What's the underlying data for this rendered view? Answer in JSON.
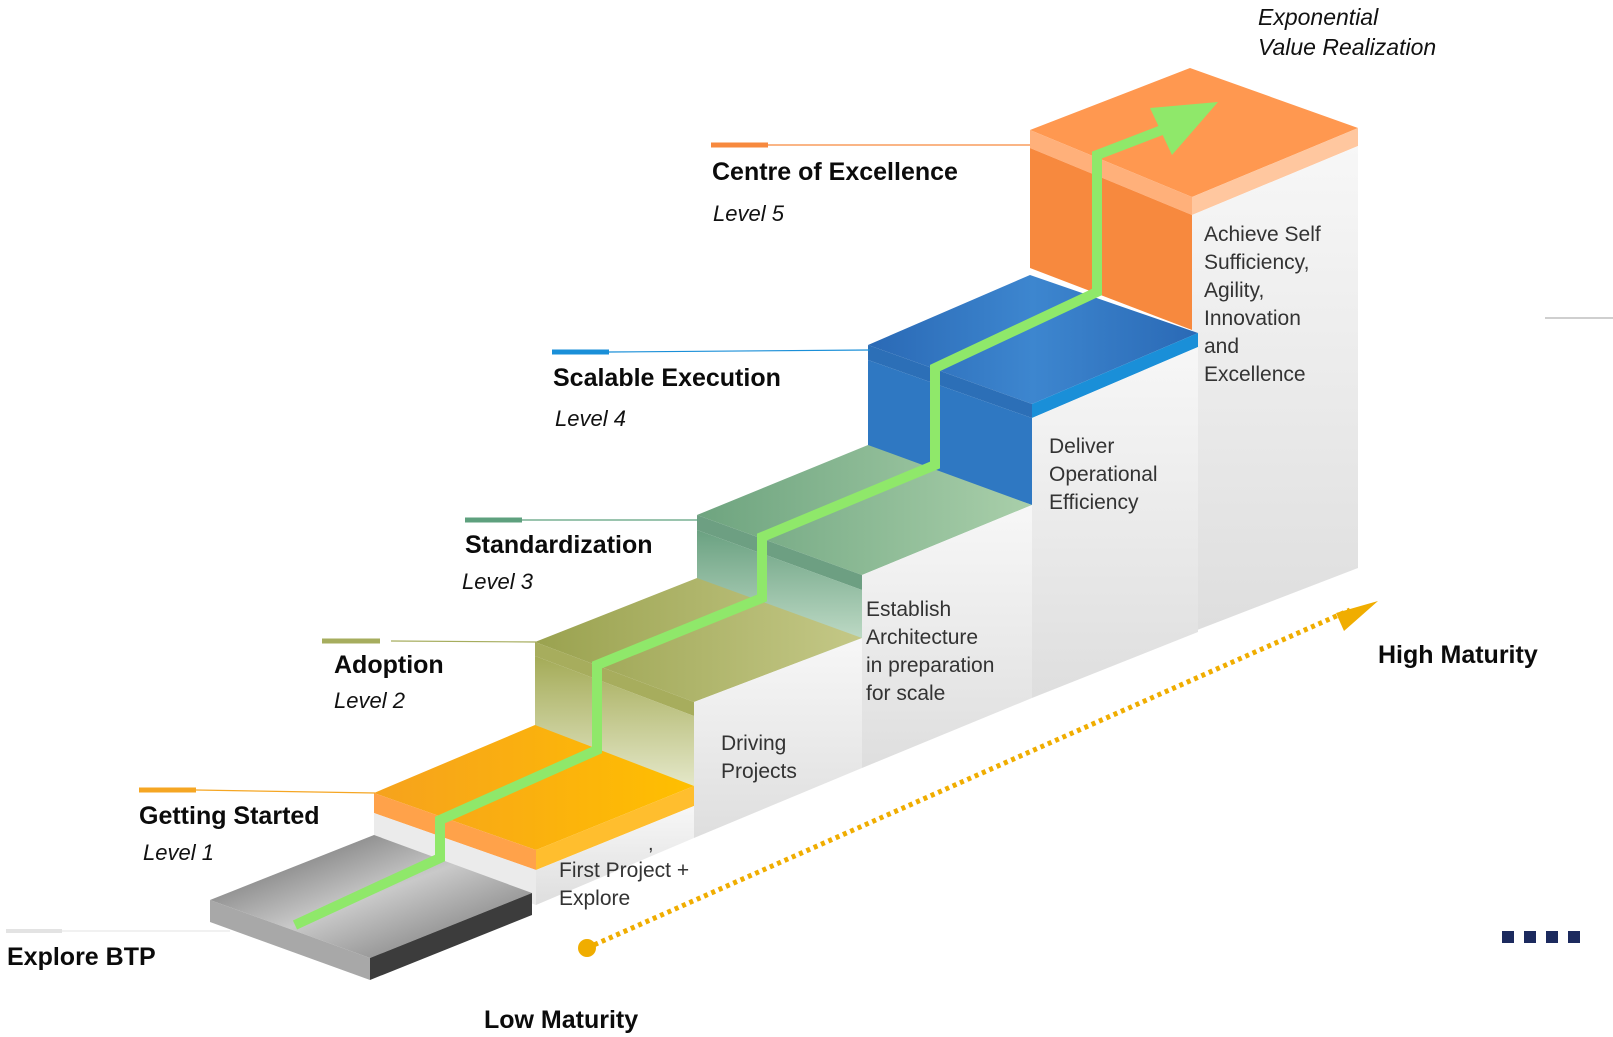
{
  "top_label": {
    "line1": "Exponential",
    "line2": "Value Realization"
  },
  "levels": [
    {
      "name": "Explore BTP",
      "sublabel": "",
      "color": "#a7a7a7"
    },
    {
      "name": "Getting Started",
      "sublabel": "Level 1",
      "color": "#f5a623",
      "description": [
        "First Project +",
        "Explore"
      ]
    },
    {
      "name": "Adoption",
      "sublabel": "Level 2",
      "color": "#a6ad5e",
      "description": [
        "Driving",
        "Projects"
      ]
    },
    {
      "name": "Standardization",
      "sublabel": "Level 3",
      "color": "#5ea07e",
      "description": [
        "Establish",
        "Architecture",
        "in preparation",
        "for scale"
      ]
    },
    {
      "name": "Scalable Execution",
      "sublabel": "Level 4",
      "color": "#2f78c2",
      "description": [
        "Deliver",
        "Operational",
        "Efficiency"
      ]
    },
    {
      "name": "Centre of Excellence",
      "sublabel": "Level 5",
      "color": "#f7893e",
      "description": [
        "Achieve Self",
        "Sufficiency,",
        "Agility,",
        "Innovation",
        "and",
        "Excellence"
      ]
    }
  ],
  "axis": {
    "low": "Low Maturity",
    "high": "High Maturity"
  },
  "colors": {
    "path": "#8fe86a",
    "axis": "#f0ad00"
  }
}
